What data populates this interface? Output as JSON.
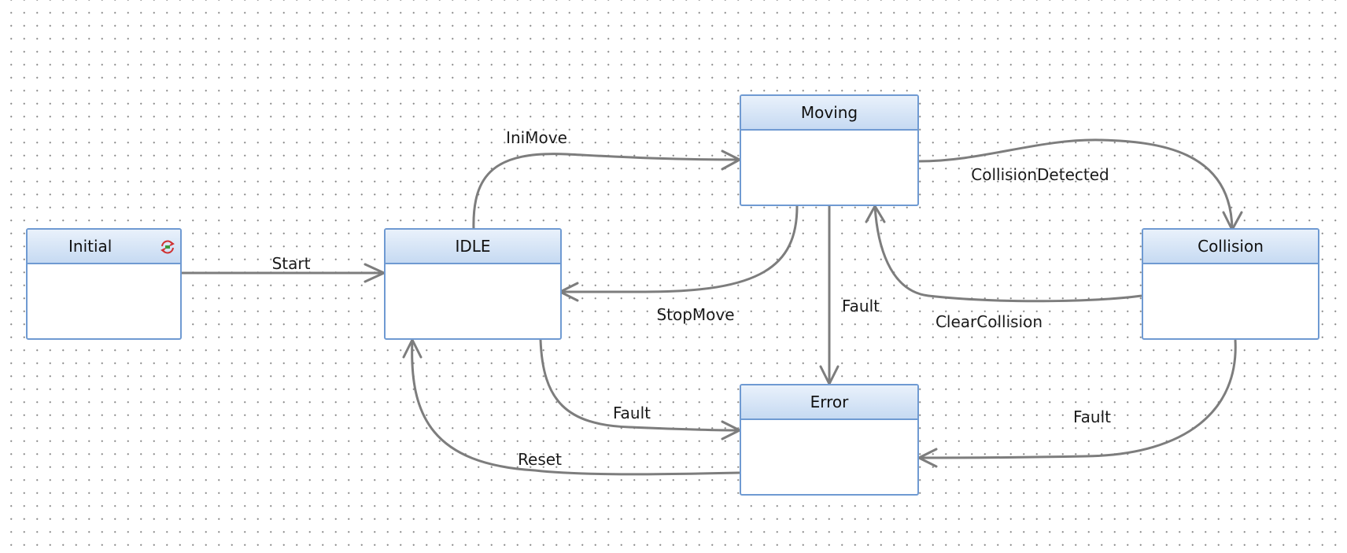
{
  "states": {
    "initial": {
      "name": "Initial",
      "icon": "initial-state-cycle-icon"
    },
    "idle": {
      "name": "IDLE"
    },
    "moving": {
      "name": "Moving"
    },
    "collision": {
      "name": "Collision"
    },
    "error": {
      "name": "Error"
    }
  },
  "transitions": {
    "start": "Start",
    "inimove": "IniMove",
    "stopmove": "StopMove",
    "collision_detected": "CollisionDetected",
    "clear_collision": "ClearCollision",
    "fault_moving": "Fault",
    "fault_idle": "Fault",
    "fault_collision": "Fault",
    "reset": "Reset"
  },
  "colors": {
    "state_border": "#6f9ad2",
    "header_top": "#e9f1fb",
    "header_bottom": "#c6daf2",
    "edge": "#7d7d7d",
    "grid_dot": "#8a8a8a",
    "icon_red": "#d03030",
    "icon_green": "#3a9a3a"
  }
}
